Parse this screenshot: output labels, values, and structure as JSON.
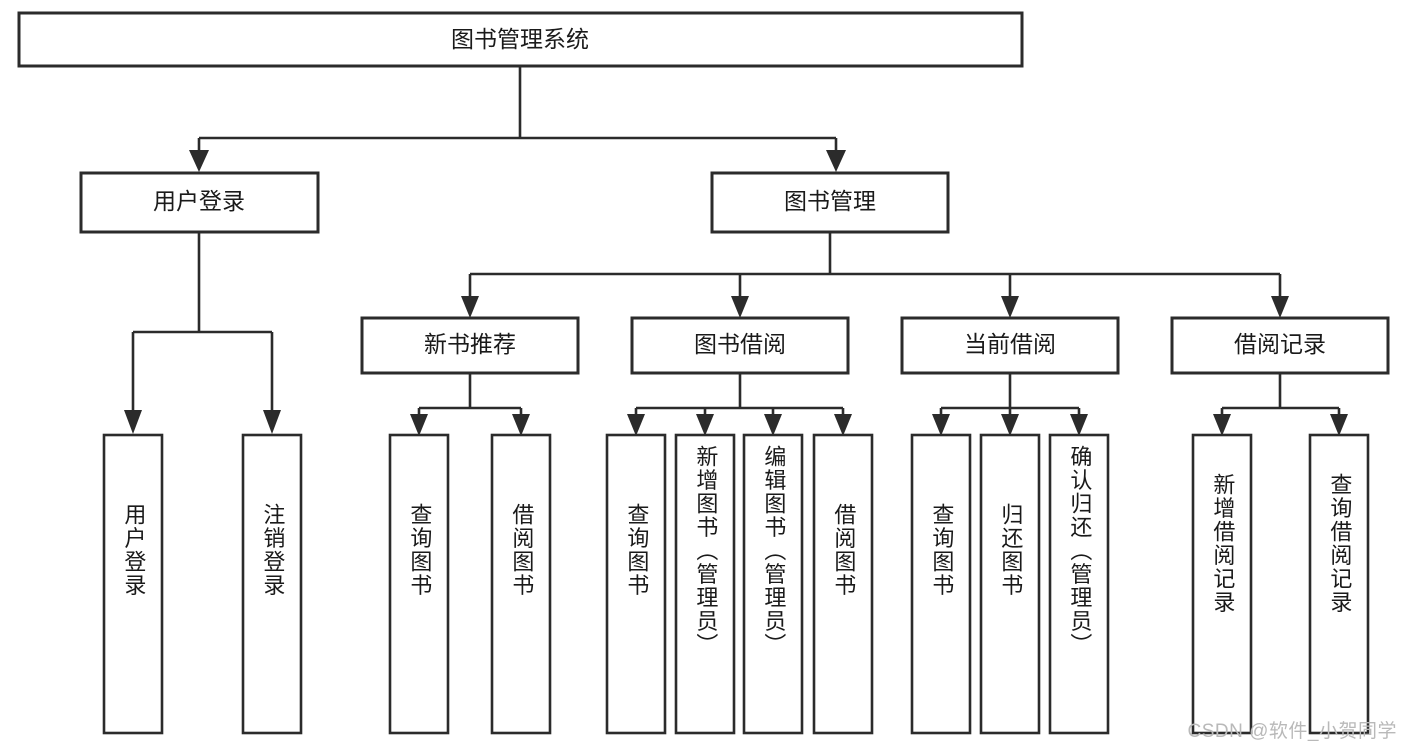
{
  "diagram": {
    "type": "tree-hierarchy-chart",
    "title": "图书管理系统",
    "orientation": "top-down",
    "stroke_color": "#2b2b2b",
    "fill_color": "#ffffff",
    "root": {
      "id": "root",
      "label": "图书管理系统"
    },
    "level2": [
      {
        "id": "user-login",
        "label": "用户登录"
      },
      {
        "id": "book-management",
        "label": "图书管理"
      }
    ],
    "level3": [
      {
        "id": "new-book-recommend",
        "label": "新书推荐",
        "parent": "book-management"
      },
      {
        "id": "book-borrow",
        "label": "图书借阅",
        "parent": "book-management"
      },
      {
        "id": "current-borrow",
        "label": "当前借阅",
        "parent": "book-management"
      },
      {
        "id": "borrow-record",
        "label": "借阅记录",
        "parent": "book-management"
      }
    ],
    "leaves": [
      {
        "id": "leaf-user-login",
        "label": "用户登录",
        "parent": "user-login"
      },
      {
        "id": "leaf-logout-login",
        "label": "注销登录",
        "parent": "user-login"
      },
      {
        "id": "leaf-query-book-1",
        "label": "查询图书",
        "parent": "new-book-recommend"
      },
      {
        "id": "leaf-borrow-book-1",
        "label": "借阅图书",
        "parent": "new-book-recommend"
      },
      {
        "id": "leaf-query-book-2",
        "label": "查询图书",
        "parent": "book-borrow"
      },
      {
        "id": "leaf-add-book",
        "label": "新增图书（管理员）",
        "parent": "book-borrow"
      },
      {
        "id": "leaf-edit-book",
        "label": "编辑图书（管理员）",
        "parent": "book-borrow"
      },
      {
        "id": "leaf-borrow-book-2",
        "label": "借阅图书",
        "parent": "book-borrow"
      },
      {
        "id": "leaf-query-book-3",
        "label": "查询图书",
        "parent": "current-borrow"
      },
      {
        "id": "leaf-return-book",
        "label": "归还图书",
        "parent": "current-borrow"
      },
      {
        "id": "leaf-confirm-return",
        "label": "确认归还（管理员）",
        "parent": "current-borrow"
      },
      {
        "id": "leaf-add-record",
        "label": "新增借阅记录",
        "parent": "borrow-record"
      },
      {
        "id": "leaf-query-record",
        "label": "查询借阅记录",
        "parent": "borrow-record"
      }
    ]
  },
  "watermark": {
    "text": "CSDN @软件_小贺同学"
  }
}
